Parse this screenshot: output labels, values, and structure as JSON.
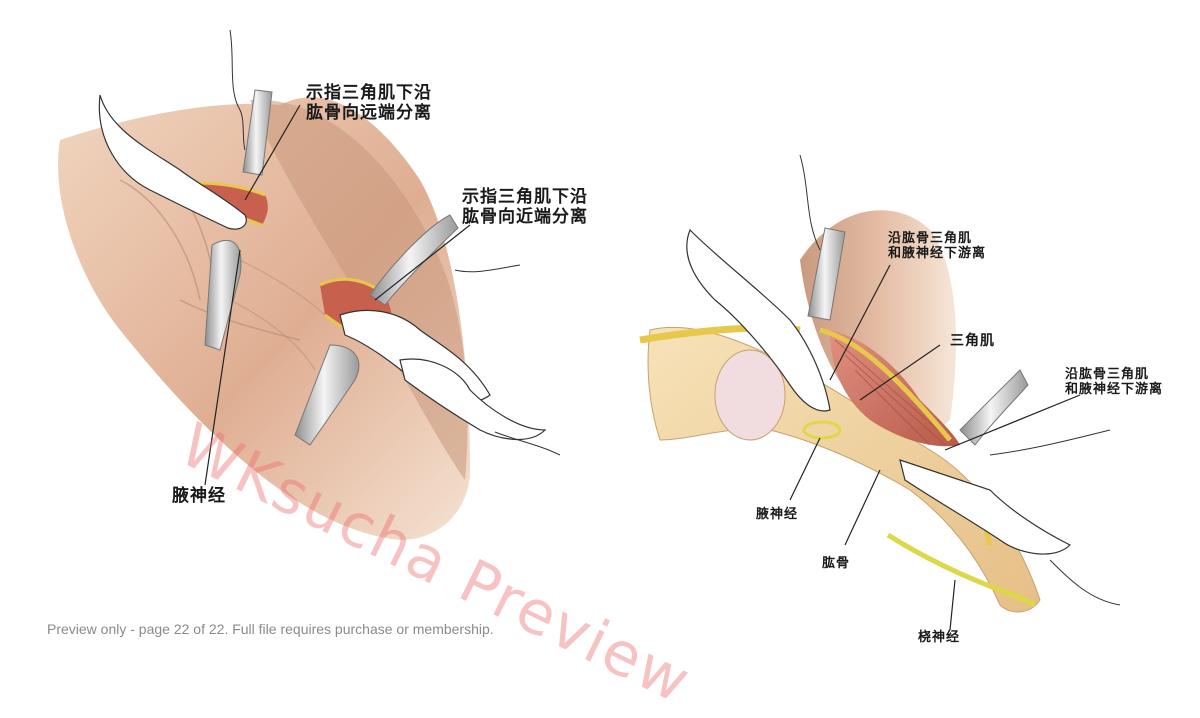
{
  "left_figure": {
    "label_distal": [
      "示指三角肌下沿",
      "肱骨向远端分离"
    ],
    "label_proximal": [
      "示指三角肌下沿",
      "肱骨向近端分离"
    ],
    "label_axillary_nerve": "腋神经"
  },
  "right_figure": {
    "label_top": [
      "沿肱骨三角肌",
      "和腋神经下游离"
    ],
    "label_deltoid": "三角肌",
    "label_side": [
      "沿肱骨三角肌",
      "和腋神经下游离"
    ],
    "label_axillary_nerve": "腋神经",
    "label_humerus": "肱骨",
    "label_radial_nerve": "桡神经"
  },
  "watermark": "WKsucha Preview",
  "footer": "Preview only - page 22 of 22. Full file requires purchase or membership.",
  "colors": {
    "skin": "#e8c4a8",
    "muscle": "#c86a5a",
    "fat": "#e8c84a",
    "bone": "#f2d8a8",
    "nerve": "#e0d860",
    "retractor": "#c8c8c8"
  }
}
